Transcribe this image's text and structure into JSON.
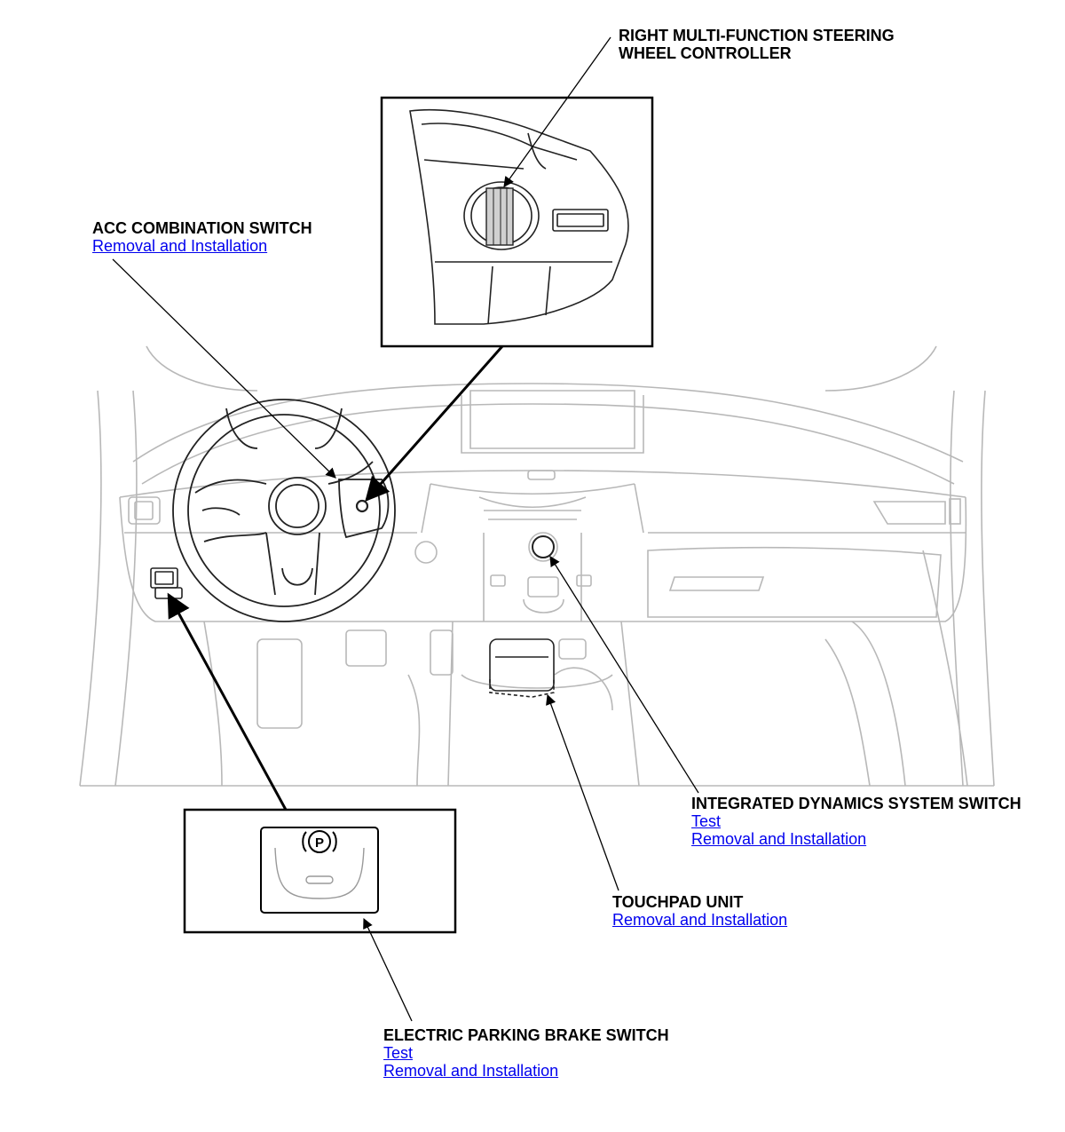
{
  "callouts": {
    "right_controller": {
      "title_line1": "RIGHT MULTI-FUNCTION STEERING",
      "title_line2": "WHEEL CONTROLLER"
    },
    "acc_switch": {
      "title": "ACC COMBINATION SWITCH",
      "link_removal": "Removal and Installation"
    },
    "ids_switch": {
      "title": "INTEGRATED DYNAMICS SYSTEM SWITCH",
      "link_test": "Test",
      "link_removal": "Removal and Installation"
    },
    "touchpad": {
      "title": "TOUCHPAD UNIT",
      "link_removal": "Removal and Installation"
    },
    "parking_brake": {
      "title": "ELECTRIC PARKING BRAKE SWITCH",
      "link_test": "Test",
      "link_removal": "Removal and Installation"
    }
  },
  "icons": {
    "parking_symbol": "P"
  },
  "colors": {
    "link": "#0000ee",
    "line_art": "#b8b8b8",
    "leader": "#000000"
  }
}
